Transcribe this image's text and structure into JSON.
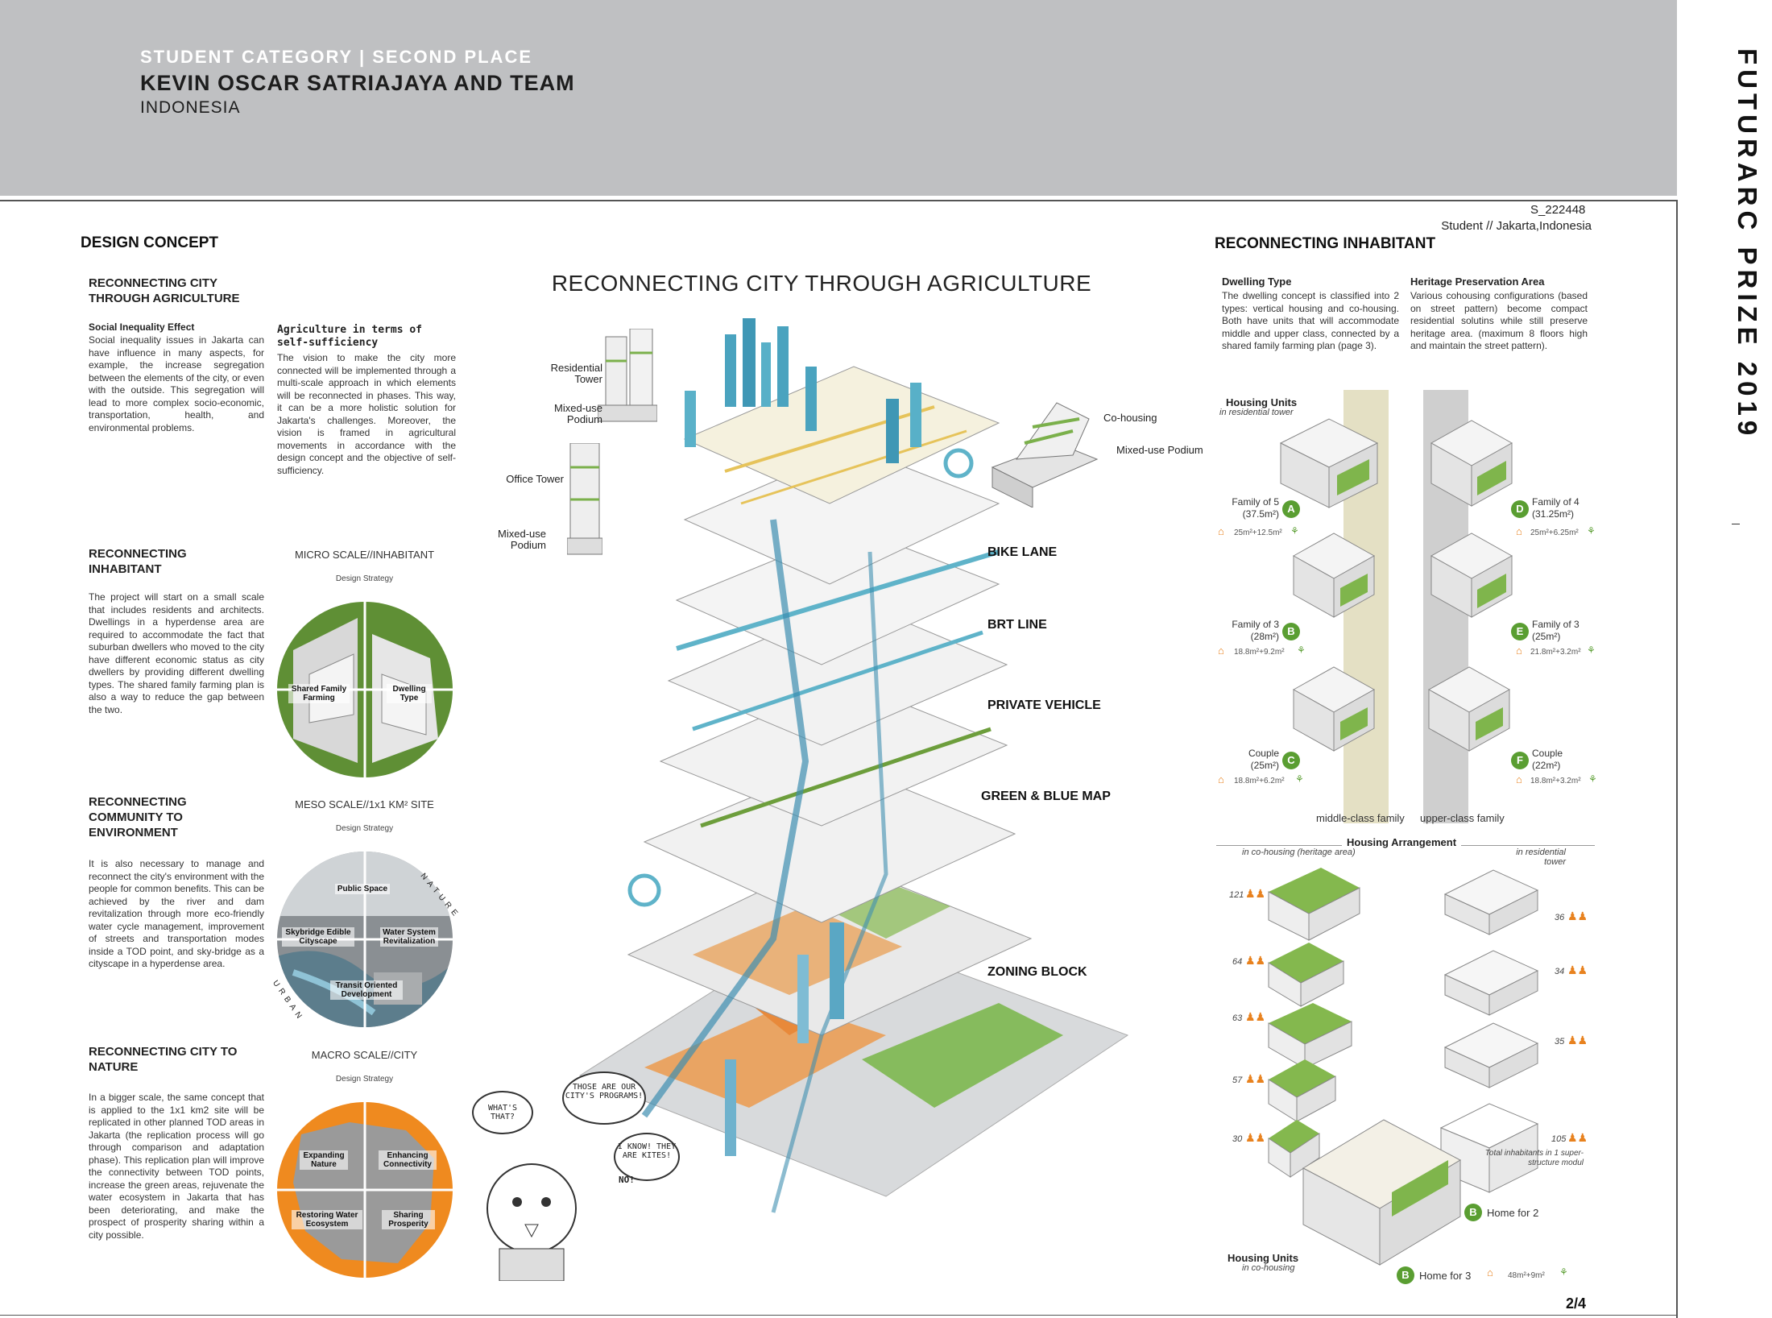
{
  "header": {
    "category": "STUDENT CATEGORY | SECOND PLACE",
    "name": "KEVIN OSCAR SATRIAJAYA AND TEAM",
    "country": "INDONESIA",
    "side_title": "FUTURARC PRIZE 2019"
  },
  "left": {
    "title": "DESIGN CONCEPT",
    "sub_title": "RECONNECTING CITY THROUGH AGRICULTURE",
    "social_heading": "Social Inequality Effect",
    "social_body": "Social inequality issues in Jakarta can have influence in many aspects, for example, the increase segregation between the elements of the city, or even with the outside. This segregation will lead to more complex socio-economic, transportation, health, and environmental problems.",
    "agri_heading": "Agriculture in terms of self-sufficiency",
    "agri_body": "The vision to make the city more connected will be implemented through a multi-scale approach in which elements will be reconnected in phases. This way, it can be a more holistic solution for Jakarta's challenges. Moreover, the vision is framed in agricultural movements in accordance with the design concept and the objective of self-sufficiency.",
    "sections": [
      {
        "heading": "RECONNECTING INHABITANT",
        "body": "The project will start on a small scale that includes residents and architects. Dwellings in a hyperdense area are required to accommodate the fact that suburban dwellers who moved to the city have different economic status as city dwellers by providing different dwelling types. The shared family farming plan is also a way to reduce the gap between the two.",
        "scale": "MICRO SCALE//INHABITANT",
        "strategy": "Design Strategy",
        "labels": [
          "Shared Family Farming",
          "Dwelling Type"
        ]
      },
      {
        "heading": "RECONNECTING COMMUNITY TO ENVIRONMENT",
        "body": "It is also necessary to manage and reconnect the city's environment with the people for common benefits. This can be achieved by the river and dam revitalization through more eco-friendly water cycle management, improvement of streets and transportation modes inside a TOD point, and sky-bridge as a cityscape in a hyperdense area.",
        "scale": "MESO SCALE//1x1 KM² SITE",
        "strategy": "Design Strategy",
        "labels": [
          "Public Space",
          "Skybridge Edible Cityscape",
          "Water System Revitalization",
          "Transit Oriented Development"
        ],
        "ring_top": "NATURE",
        "ring_bottom": "URBAN"
      },
      {
        "heading": "RECONNECTING CITY TO NATURE",
        "body": "In a bigger scale, the same concept that is applied to the 1x1 km2 site will be replicated in other planned TOD areas in Jakarta (the replication process will go through comparison and adaptation phase). This replication plan will improve the connectivity between TOD points, increase the green areas, rejuvenate the water ecosystem in Jakarta that has been deteriorating, and make the prospect of prosperity sharing within a city possible.",
        "scale": "MACRO SCALE//CITY",
        "strategy": "Design Strategy",
        "labels": [
          "Expanding Nature",
          "Enhancing Connectivity",
          "Restoring Water Ecosystem",
          "Sharing Prosperity"
        ]
      }
    ]
  },
  "center": {
    "title": "RECONNECTING CITY THROUGH AGRICULTURE",
    "buildings": [
      "Residential Tower",
      "Mixed-use Podium",
      "Office Tower",
      "Mixed-use Podium",
      "Co-housing",
      "Mixed-use Podium"
    ],
    "layers": [
      "BIKE LANE",
      "BRT LINE",
      "PRIVATE VEHICLE",
      "GREEN & BLUE MAP",
      "ZONING BLOCK"
    ],
    "comic": [
      "WHAT'S THAT?",
      "THOSE ARE OUR CITY'S PROGRAMS!",
      "I KNOW! THEY ARE KITES!",
      "NO!"
    ]
  },
  "right": {
    "code": "S_222448",
    "student": "Student // Jakarta,Indonesia",
    "title": "RECONNECTING INHABITANT",
    "dwelling_heading": "Dwelling Type",
    "dwelling_body": "The dwelling concept is classified into 2 types: vertical housing and co-housing. Both have units that will accommodate middle and upper class, connected by a shared family farming plan (page 3).",
    "heritage_heading": "Heritage Preservation Area",
    "heritage_body": "Various cohousing configurations (based on street pattern) become compact residential solutins while still preserve heritage area. (maximum 8 floors high and maintain the street pattern).",
    "units_heading": "Housing Units",
    "units_sub": "in residential tower",
    "units": [
      {
        "badge": "A",
        "label": "Family of 5",
        "size": "(37.5m²)",
        "area": "25m²+12.5m²"
      },
      {
        "badge": "B",
        "label": "Family of 3",
        "size": "(28m²)",
        "area": "18.8m²+9.2m²"
      },
      {
        "badge": "C",
        "label": "Couple",
        "size": "(25m²)",
        "area": "18.8m²+6.2m²"
      },
      {
        "badge": "D",
        "label": "Family of 4",
        "size": "(31.25m²)",
        "area": "25m²+6.25m²"
      },
      {
        "badge": "E",
        "label": "Family of 3",
        "size": "(25m²)",
        "area": "21.8m²+3.2m²"
      },
      {
        "badge": "F",
        "label": "Couple",
        "size": "(22m²)",
        "area": "18.8m²+3.2m²"
      }
    ],
    "middle": "middle-class family",
    "upper": "upper-class family",
    "arrangement": "Housing Arrangement",
    "arr_left": "in co-housing (heritage area)",
    "arr_right": "in residential tower",
    "left_counts": [
      "121",
      "64",
      "63",
      "57",
      "30"
    ],
    "right_counts": [
      "36",
      "34",
      "35",
      "105"
    ],
    "total_note": "Total inhabitants in 1 super-structure modul",
    "cohousing_heading": "Housing Units",
    "cohousing_sub": "in co-housing",
    "home2": "Home for 2",
    "home3": "Home for 3",
    "home_badge": "B",
    "home_area": "48m²+9m²",
    "page": "2/4"
  }
}
